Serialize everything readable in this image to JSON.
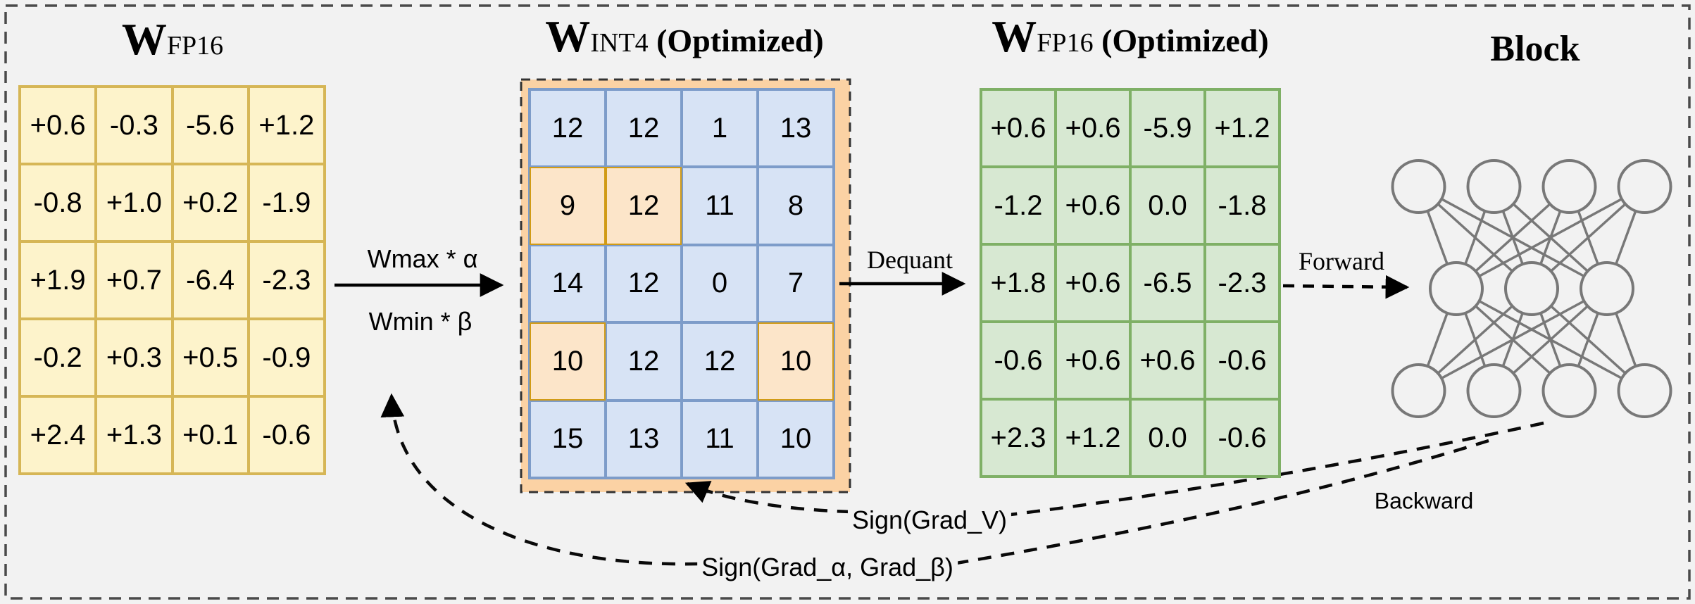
{
  "background": "#f2f2f2",
  "border_color": "#4a4a4a",
  "matrices": [
    {
      "id": "w-fp16",
      "title": {
        "main": "W",
        "sub": "FP16",
        "suffix": ""
      },
      "cell_fill": "#fdf3cb",
      "cell_stroke": "#d6b656",
      "rows": [
        [
          "+0.6",
          "-0.3",
          "-5.6",
          "+1.2"
        ],
        [
          "-0.8",
          "+1.0",
          "+0.2",
          "-1.9"
        ],
        [
          "+1.9",
          "+0.7",
          "-6.4",
          "-2.3"
        ],
        [
          "-0.2",
          "+0.3",
          "+0.5",
          "-0.9"
        ],
        [
          "+2.4",
          "+1.3",
          "+0.1",
          "-0.6"
        ]
      ],
      "highlights": []
    },
    {
      "id": "w-int4-optimized",
      "title": {
        "main": "W",
        "sub": "INT4",
        "suffix": " (Optimized)"
      },
      "cell_fill": "#d7e3f5",
      "cell_stroke": "#7d9cc9",
      "highlight_fill": "#fce5c9",
      "highlight_stroke": "#d19b16",
      "container_fill": "#fbd2a4",
      "rows": [
        [
          "12",
          "12",
          "1",
          "13"
        ],
        [
          "9",
          "12",
          "11",
          "8"
        ],
        [
          "14",
          "12",
          "0",
          "7"
        ],
        [
          "10",
          "12",
          "12",
          "10"
        ],
        [
          "15",
          "13",
          "11",
          "10"
        ]
      ],
      "highlights": [
        [
          1,
          0
        ],
        [
          1,
          1
        ],
        [
          3,
          0
        ],
        [
          3,
          3
        ]
      ]
    },
    {
      "id": "w-fp16-optimized",
      "title": {
        "main": "W",
        "sub": "FP16",
        "suffix": " (Optimized)"
      },
      "cell_fill": "#d7e8d2",
      "cell_stroke": "#7fb066",
      "rows": [
        [
          "+0.6",
          "+0.6",
          "-5.9",
          "+1.2"
        ],
        [
          "-1.2",
          "+0.6",
          "0.0",
          "-1.8"
        ],
        [
          "+1.8",
          "+0.6",
          "-6.5",
          "-2.3"
        ],
        [
          "-0.6",
          "+0.6",
          "+0.6",
          "-0.6"
        ],
        [
          "+2.3",
          "+1.2",
          "0.0",
          "-0.6"
        ]
      ],
      "highlights": []
    }
  ],
  "block": {
    "title": "Block",
    "layers": [
      4,
      3,
      4
    ],
    "node_color": "#787878"
  },
  "labels": {
    "quant_top": "Wmax * α",
    "quant_bottom": "Wmin * β",
    "dequant": "Dequant",
    "forward": "Forward",
    "backward": "Backward",
    "sign_v": "Sign(Grad_V)",
    "sign_ab": "Sign(Grad_α, Grad_β)"
  }
}
